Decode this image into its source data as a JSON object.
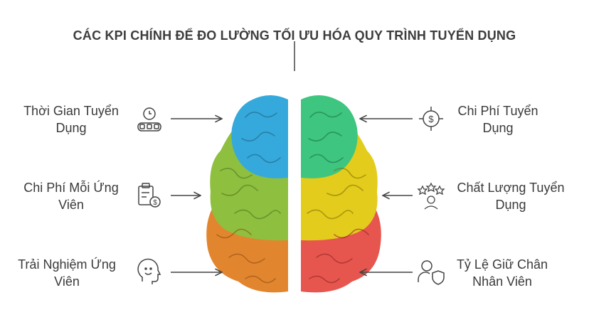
{
  "title": "CÁC KPI CHÍNH ĐỂ ĐO LƯỜNG TỐI ƯU HÓA QUY TRÌNH TUYỂN DỤNG",
  "left_items": [
    {
      "line1": "Thời Gian Tuyển",
      "line2": "Dụng",
      "icon": "timer-conveyor-icon"
    },
    {
      "line1": "Chi Phí Mỗi Ứng",
      "line2": "Viên",
      "icon": "clipboard-dollar-icon"
    },
    {
      "line1": "Trải Nghiệm Ứng",
      "line2": "Viên",
      "icon": "smiling-head-icon"
    }
  ],
  "right_items": [
    {
      "line1": "Chi Phí Tuyển",
      "line2": "Dụng",
      "icon": "dollar-target-icon"
    },
    {
      "line1": "Chất Lượng Tuyển",
      "line2": "Dụng",
      "icon": "stars-person-icon"
    },
    {
      "line1": "Tỷ Lệ Giữ Chân",
      "line2": "Nhân Viên",
      "icon": "person-shield-icon"
    }
  ],
  "colors": {
    "blue": "#35a9db",
    "green_light": "#8ebf3f",
    "orange": "#e1862e",
    "teal_green": "#3ec57f",
    "yellow": "#e3cc1b",
    "red": "#e6564f"
  }
}
